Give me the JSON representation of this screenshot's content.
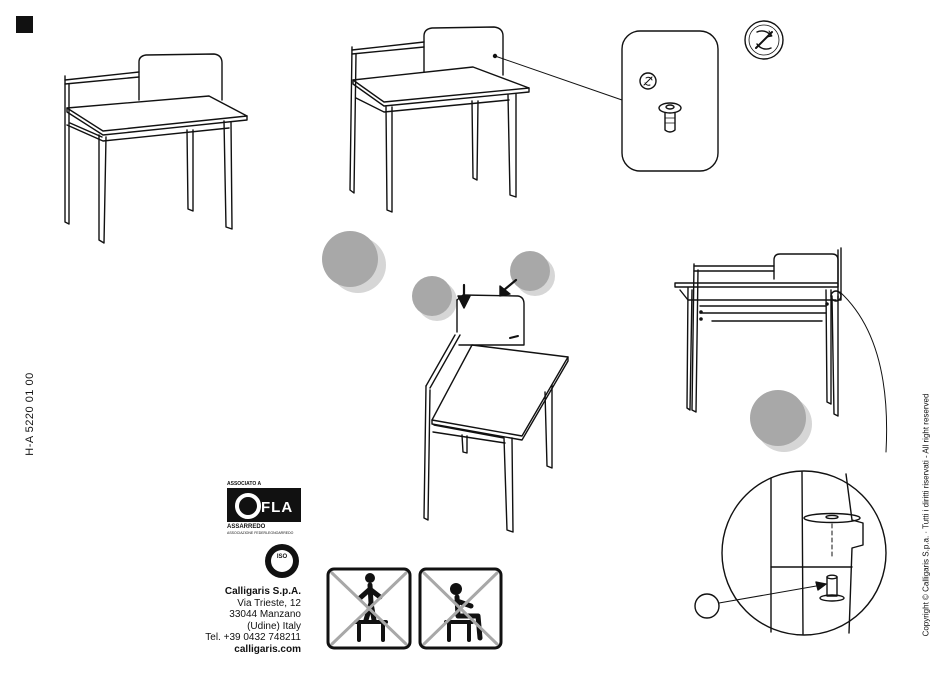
{
  "document": {
    "code": "H-A 5220 01 00",
    "copyright": "Copyright © Calligaris S.p.a. · Tutti i diritti riservati - All right reserved"
  },
  "company": {
    "name": "Calligaris S.p.A.",
    "street": "Via Trieste, 12",
    "city": "33044 Manzano",
    "region": "(Udine) Italy",
    "phone": "Tel. +39 0432 748211",
    "website": "calligaris.com"
  },
  "logos": {
    "association_top": "ASSOCIATO A",
    "association_mark": "FLA",
    "association_name": "ASSARREDO",
    "association_sub": "ASSOCIAZIONE FEDERLEGNOARREDO",
    "iso_mark": "ISO"
  },
  "warnings": [
    "do-not-stand-on-desk-icon",
    "do-not-sit-on-desk-icon"
  ],
  "colors": {
    "line": "#111111",
    "step_circle": "#a8a8a8",
    "step_shadow": "#d6d6d6"
  }
}
